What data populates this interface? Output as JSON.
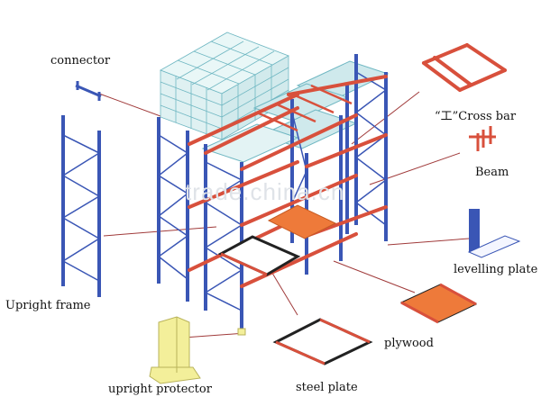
{
  "labels": {
    "connector": "connector",
    "cross_bar": "“工”Cross bar",
    "beam": "Beam",
    "levelling_plate": "levelling plate",
    "upright_frame": "Upright frame",
    "plywood": "plywood",
    "upright_protector": "upright protector",
    "steel_plate": "steel plate"
  },
  "watermark": "trade.china.cn",
  "colors": {
    "upright": "#3a56b5",
    "beam": "#d8503c",
    "pallet": "#6fb7c2",
    "goods": "#dff1f2",
    "plywood": "#ee7a3a",
    "protector": "#f3ef9a",
    "leader": "#a03a3a",
    "plate": "#ffffff"
  }
}
